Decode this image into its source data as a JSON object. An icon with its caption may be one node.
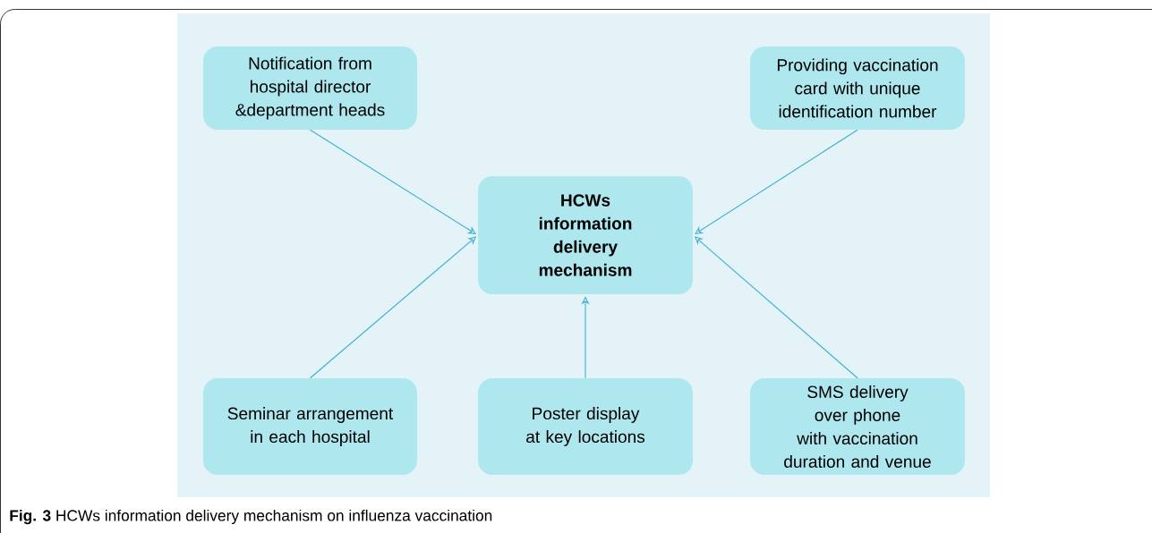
{
  "diagram": {
    "caption": "**Fig. 3** HCWs information delivery mechanism on influenza vaccination",
    "nodes": [
      {
        "text": [
          "HCWs information delivery mechanism"
        ]
      },
      {
        "text": [
          "Notification from hospital director &department heads"
        ]
      },
      {
        "text": [
          "Providing vaccination card with unique identification number"
        ]
      },
      {
        "text": [
          "Seminar arrangement in each hospital"
        ]
      },
      {
        "text": [
          "Poster display at key locations"
        ]
      },
      {
        "text": [
          "SMS delivery over phone with vaccination duration and venue"
        ]
      }
    ],
    "edges": [
      {
        "from": 1,
        "to": 0,
        "arrow": "to"
      },
      {
        "from": 2,
        "to": 0,
        "arrow": "to"
      },
      {
        "from": 3,
        "to": 0,
        "arrow": "to"
      },
      {
        "from": 4,
        "to": 0,
        "arrow": "to"
      },
      {
        "from": 5,
        "to": 0,
        "arrow": "to"
      }
    ]
  }
}
